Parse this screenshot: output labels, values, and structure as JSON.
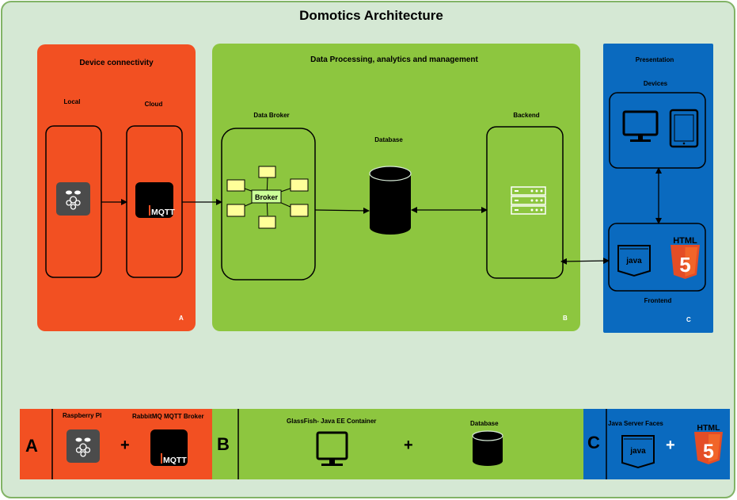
{
  "diagram": {
    "title": "Domotics Architecture",
    "colors": {
      "outer": "#d5e8d4",
      "outer_border": "#82b366",
      "orange": "#f25022",
      "green": "#8dc63f",
      "blue": "#0a6abf",
      "node_fill": "#ffff99"
    },
    "connectivity": {
      "title": "Device connectivity",
      "local_label": "Local",
      "cloud_label": "Cloud",
      "mqtt_text": "MQTT",
      "letter": "A"
    },
    "processing": {
      "title": "Data Processing, analytics and management",
      "broker_label": "Data Broker",
      "broker_node": "Broker",
      "database_label": "Database",
      "backend_label": "Backend",
      "letter": "B"
    },
    "presentation": {
      "title": "Presentation",
      "devices_label": "Devices",
      "frontend_label": "Frontend",
      "java_text": "java",
      "html_text": "HTML",
      "html_digit": "5",
      "letter": "C"
    },
    "legend": {
      "a": {
        "letter": "A",
        "left_label": "Raspberry PI",
        "right_label": "RabbitMQ MQTT Broker",
        "plus": "+",
        "mqtt_text": "MQTT"
      },
      "b": {
        "letter": "B",
        "left_label": "GlassFish- Java EE Container",
        "right_label": "Database",
        "plus": "+"
      },
      "c": {
        "letter": "C",
        "left_label": "Java Server Faces",
        "java_text": "java",
        "html_text": "HTML",
        "html_digit": "5",
        "plus": "+"
      }
    }
  }
}
